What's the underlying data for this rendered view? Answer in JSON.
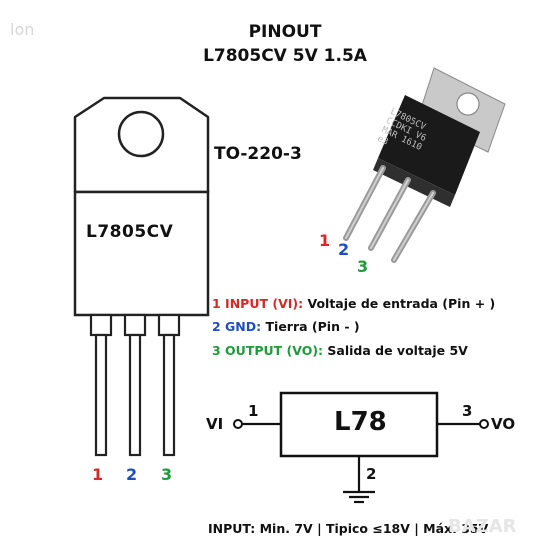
{
  "watermark": "lon",
  "title": {
    "line1": "PINOUT",
    "line2": "L7805CV  5V 1.5A"
  },
  "package": {
    "name": "TO-220-3",
    "body_label": "L7805CV",
    "photo_marking": [
      "L7805CV",
      "CCDKI V6",
      "MAR  1610",
      "e3"
    ]
  },
  "pins": [
    {
      "num": "1",
      "color": "#d62828"
    },
    {
      "num": "2",
      "color": "#1f4fbf"
    },
    {
      "num": "3",
      "color": "#1e9b3a"
    }
  ],
  "legend": [
    {
      "code": "1 INPUT (VI):",
      "desc": " Voltaje de entrada  (Pin + )",
      "color": "#d62828"
    },
    {
      "code": "2  GND:",
      "desc": " Tierra  (Pin - )",
      "color": "#1f4fbf"
    },
    {
      "code": "3 OUTPUT (VO):",
      "desc": " Salida de voltaje 5V",
      "color": "#1e9b3a"
    }
  ],
  "schematic": {
    "chip": "L78",
    "vi": "VI",
    "vo": "VO",
    "pin_in": "1",
    "pin_gnd": "2",
    "pin_out": "3"
  },
  "footer": "INPUT: Min. 7V | Tipico ≤18V | Máx. 35V",
  "corner_mark": "BAZAR"
}
